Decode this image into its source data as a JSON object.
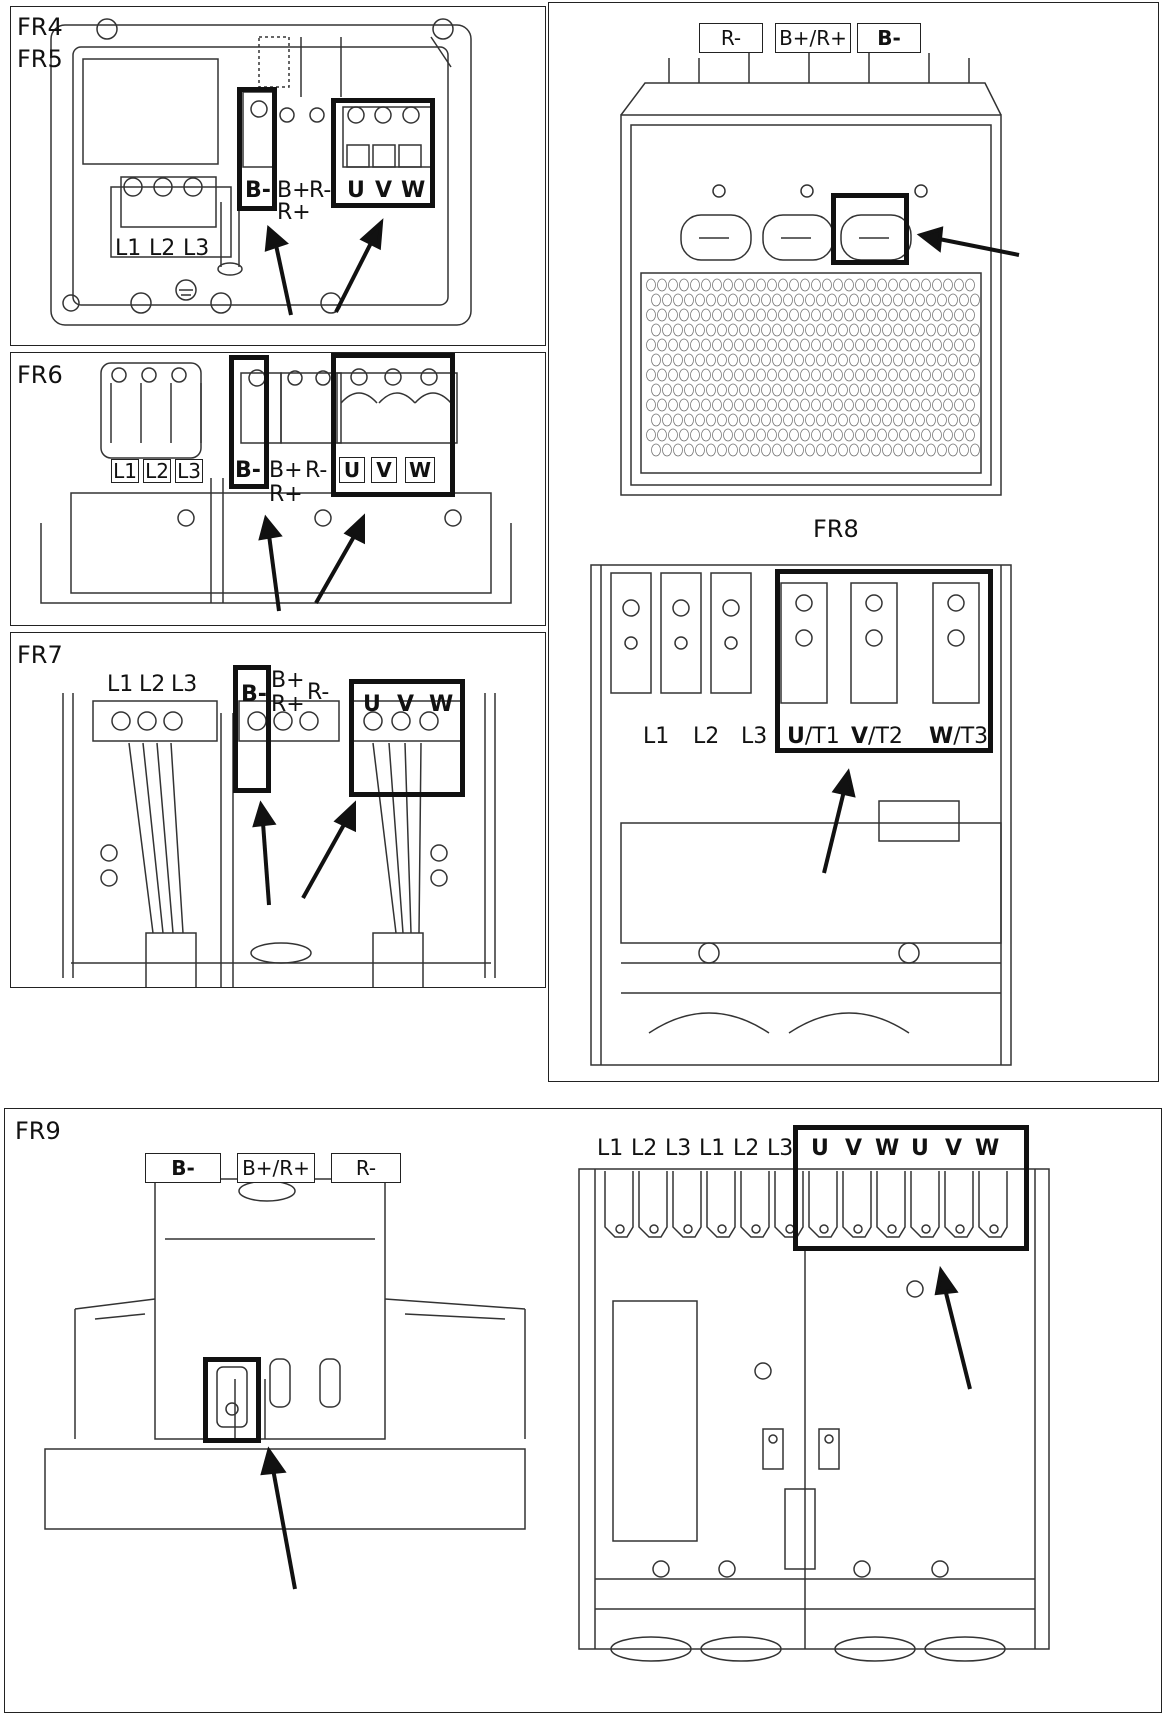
{
  "fr45": {
    "title_a": "FR4",
    "title_b": "FR5",
    "mains": [
      "L1",
      "L2",
      "L3"
    ],
    "brake_neg": "B-",
    "brake_pos_a": "B+",
    "brake_pos_b": "R+",
    "brake_res": "R-",
    "motor": [
      "U",
      "V",
      "W"
    ]
  },
  "fr6": {
    "title": "FR6",
    "mains": [
      "L1",
      "L2",
      "L3"
    ],
    "brake_neg": "B-",
    "brake_pos_a": "B+",
    "brake_pos_b": "R+",
    "brake_res": "R-",
    "motor": [
      "U",
      "V",
      "W"
    ]
  },
  "fr7": {
    "title": "FR7",
    "mains": [
      "L1",
      "L2",
      "L3"
    ],
    "brake_neg": "B-",
    "brake_pos_a": "B+",
    "brake_pos_b": "R+",
    "brake_res": "R-",
    "motor": [
      "U",
      "V",
      "W"
    ]
  },
  "fr8": {
    "title": "FR8",
    "top_labels": [
      "R-",
      "B+/R+",
      "B-"
    ],
    "mains": [
      "L1",
      "L2",
      "L3"
    ],
    "motor_bold": [
      "U",
      "V",
      "W"
    ],
    "motor_suffix": [
      "/T1",
      "/T2",
      "/T3"
    ]
  },
  "fr9": {
    "title": "FR9",
    "top_labels": [
      "B-",
      "B+/R+",
      "R-"
    ],
    "mains": [
      "L1",
      "L2",
      "L3",
      "L1",
      "L2",
      "L3"
    ],
    "motor": [
      "U",
      "V",
      "W",
      "U",
      "V",
      "W"
    ]
  }
}
